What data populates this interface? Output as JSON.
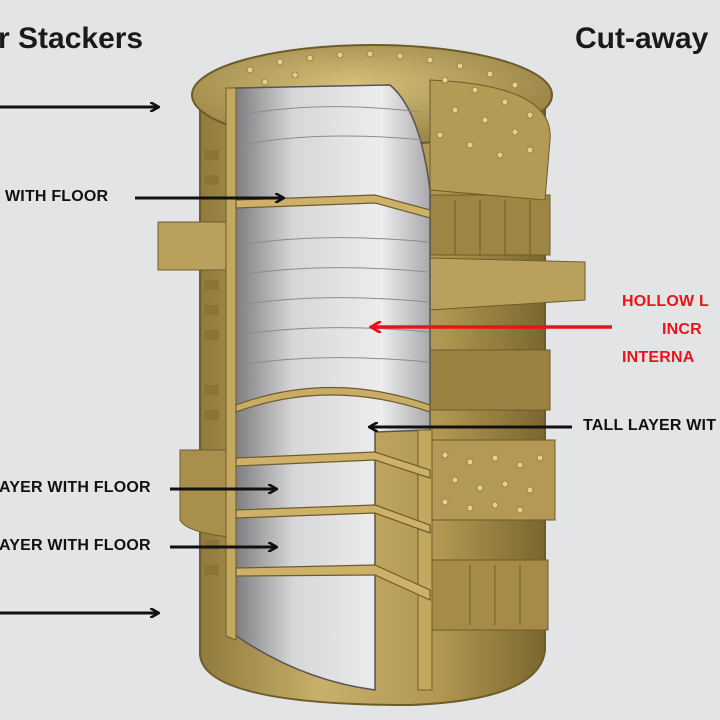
{
  "headings": {
    "left": "r Stackers",
    "right": "Cut-away"
  },
  "labels": {
    "with_floor_top": "WITH FLOOR",
    "hollow": [
      "HOLLOW L",
      "INCR",
      "INTERNA"
    ],
    "tall_layer": "TALL LAYER WIT",
    "layer_floor_1": "AYER WITH FLOOR",
    "layer_floor_2": "AYER WITH FLOOR"
  },
  "colors": {
    "background": "#e3e4e6",
    "brass": "#b49a52",
    "brass_dark": "#7d6a33",
    "interior": "#c9c9cb",
    "arrow_dark": "#111111",
    "arrow_red": "#e8141a"
  },
  "icons": [
    "arrow-right-icon",
    "arrow-left-icon"
  ]
}
